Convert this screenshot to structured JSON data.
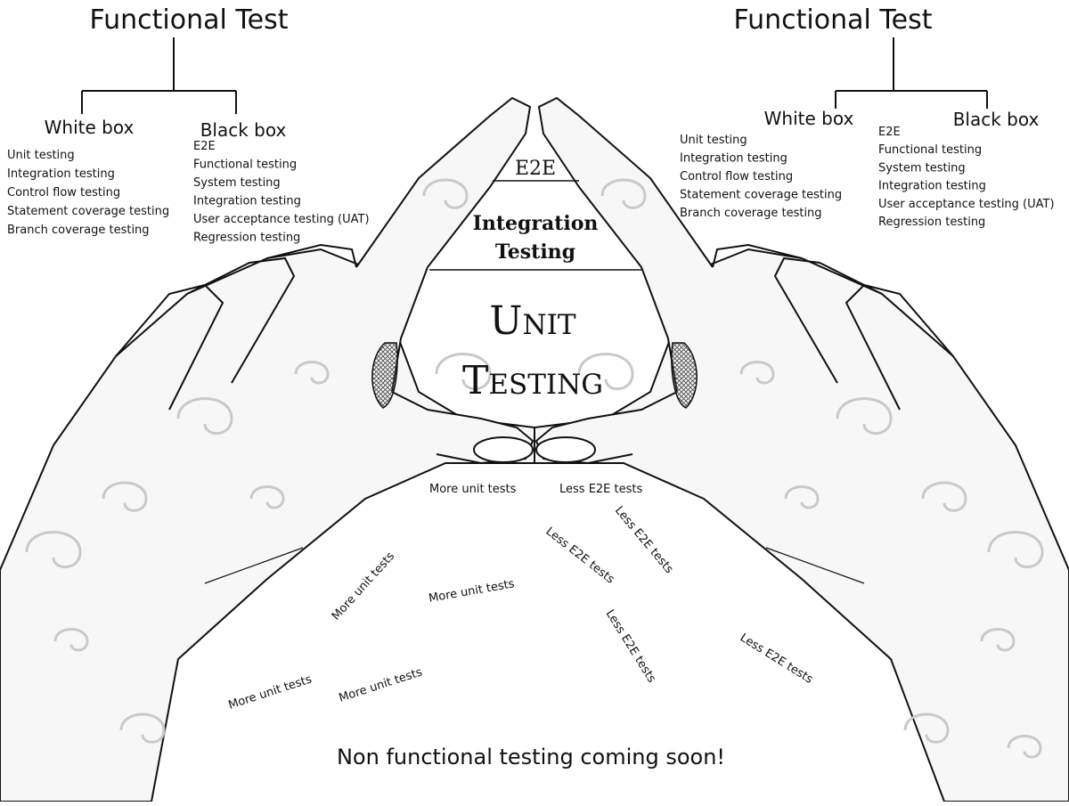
{
  "colors": {
    "ink": "#111111",
    "hand_fill": "#f7f7f7",
    "hatch": "#444444",
    "ornament": "#c9c9c9"
  },
  "left_tree": {
    "title": "Functional Test",
    "white_box": {
      "heading": "White box",
      "items": [
        "Unit testing",
        "Integration testing",
        "Control flow testing",
        "Statement coverage testing",
        "Branch coverage testing"
      ]
    },
    "black_box": {
      "heading": "Black box",
      "items": [
        "E2E",
        "Functional testing",
        "System testing",
        "Integration testing",
        "User acceptance testing (UAT)",
        "Regression testing"
      ]
    }
  },
  "right_tree": {
    "title": "Functional Test",
    "white_box": {
      "heading": "White box",
      "items": [
        "Unit testing",
        "Integration testing",
        "Control flow testing",
        "Statement coverage testing",
        "Branch coverage testing"
      ]
    },
    "black_box": {
      "heading": "Black box",
      "items": [
        "E2E",
        "Functional testing",
        "System testing",
        "Integration testing",
        "User acceptance testing (UAT)",
        "Regression testing"
      ]
    }
  },
  "pyramid": {
    "top": "E2E",
    "middle_line1": "Integration",
    "middle_line2": "Testing",
    "bottom_line1": "Unit",
    "bottom_line2": "Testing"
  },
  "scatter_labels": {
    "more": "More unit tests",
    "less": "Less E2E tests"
  },
  "footer": "Non functional testing coming soon!"
}
